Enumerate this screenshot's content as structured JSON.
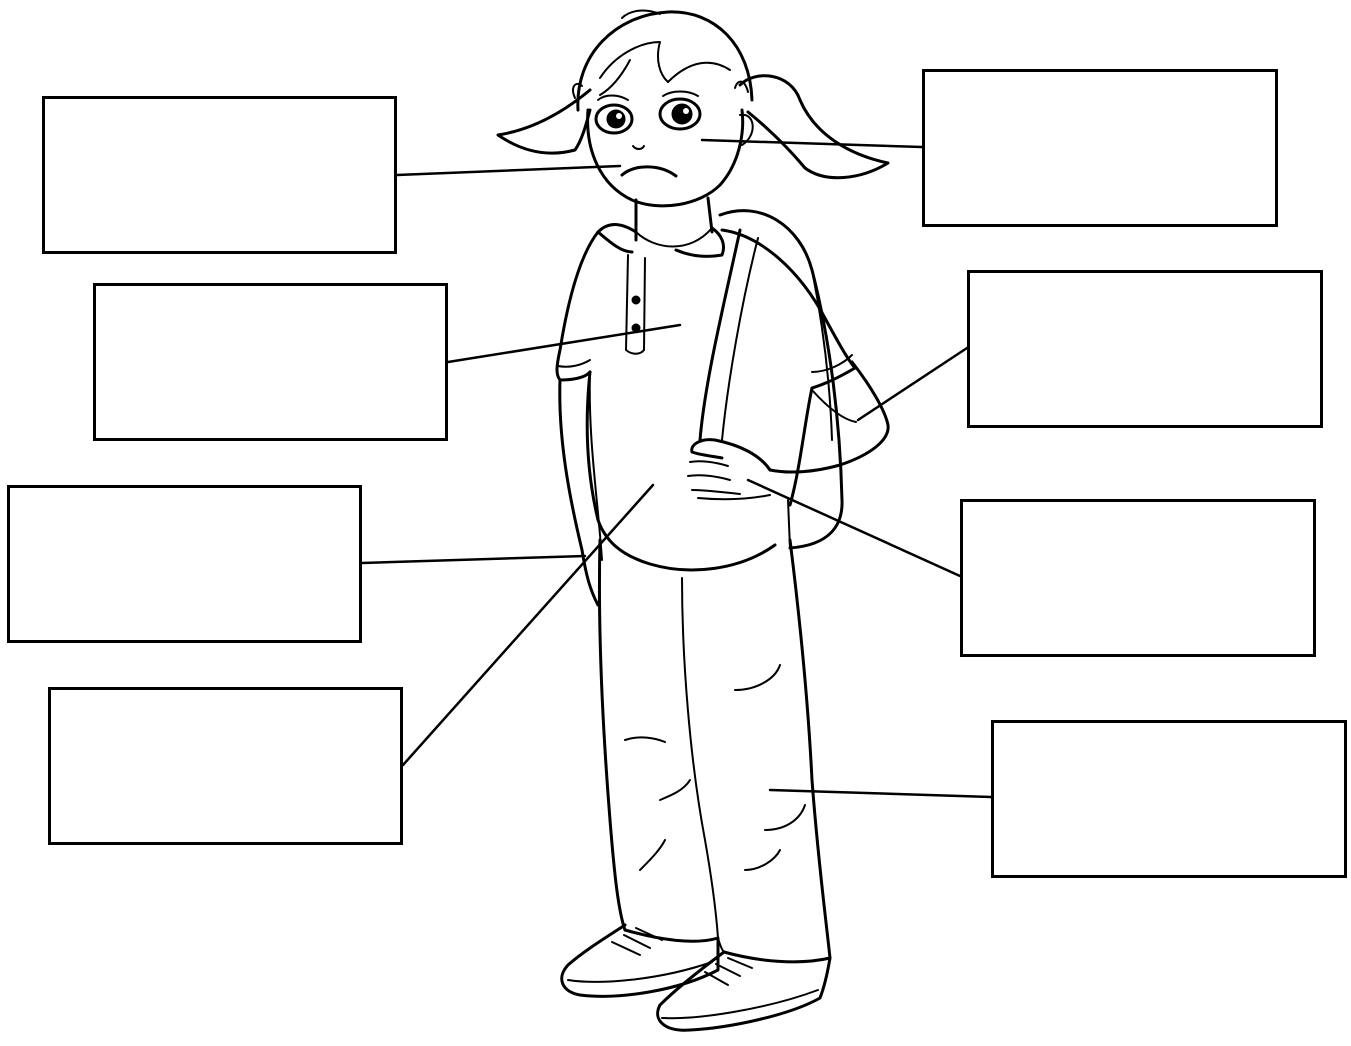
{
  "worksheet": {
    "labels": [
      {
        "id": "mouth",
        "text": ""
      },
      {
        "id": "shirt",
        "text": ""
      },
      {
        "id": "hand-left",
        "text": ""
      },
      {
        "id": "stomach",
        "text": ""
      },
      {
        "id": "eyes",
        "text": ""
      },
      {
        "id": "arm",
        "text": ""
      },
      {
        "id": "hand",
        "text": ""
      },
      {
        "id": "leg",
        "text": ""
      }
    ]
  },
  "colors": {
    "ink": "#000000",
    "paper": "#ffffff"
  }
}
